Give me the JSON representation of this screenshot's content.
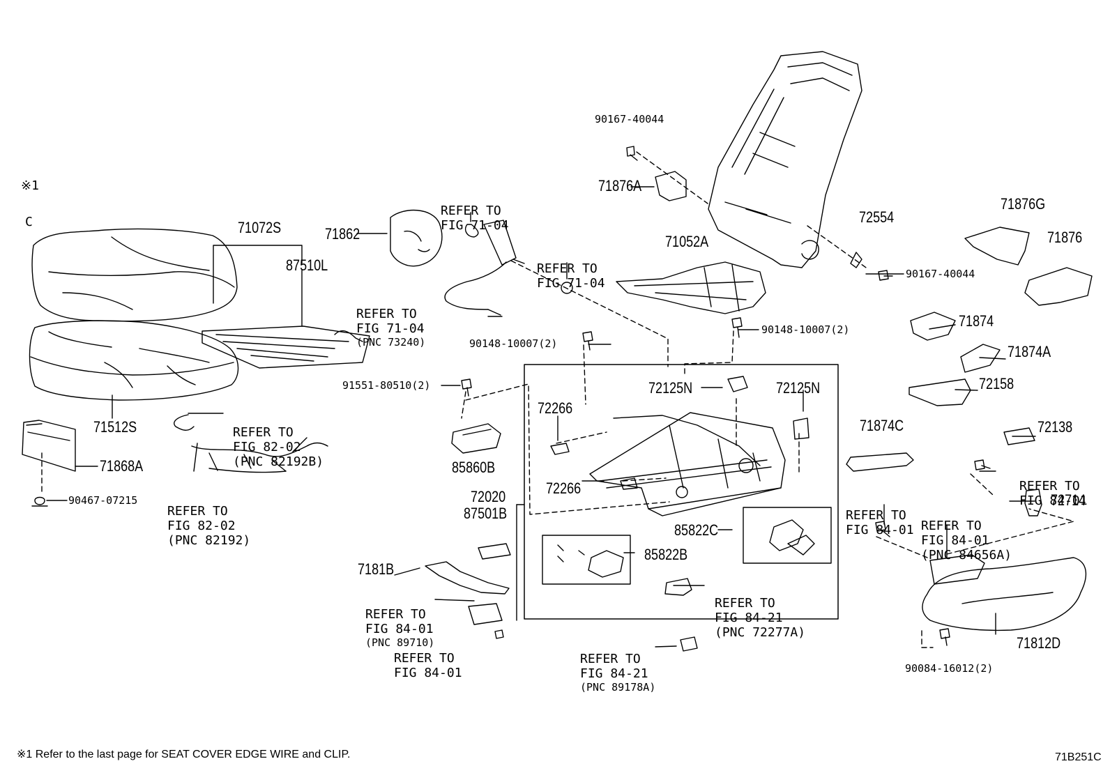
{
  "footnote_mark": "※1",
  "clip_symbol": "C",
  "part_numbers": {
    "p71072S": "71072S",
    "p87510L": "87510L",
    "p71862": "71862",
    "p71876A": "71876A",
    "p90167_top": "90167-40044",
    "p90167_right": "90167-40044",
    "p72554": "72554",
    "p71876G": "71876G",
    "p71876": "71876",
    "p71052A": "71052A",
    "p90148_left": "90148-10007(2)",
    "p90148_right": "90148-10007(2)",
    "p71874": "71874",
    "p71874A": "71874A",
    "p72158": "72158",
    "p91551": "91551-80510(2)",
    "p71512S": "71512S",
    "p71868A": "71868A",
    "p90467": "90467-07215",
    "p72125N_left": "72125N",
    "p72125N_right": "72125N",
    "p72266_top": "72266",
    "p72266_bottom": "72266",
    "p85860B": "85860B",
    "p71874C": "71874C",
    "p72138": "72138",
    "p72714": "72714",
    "p72020": "72020",
    "p87501B": "87501B",
    "p85822C": "85822C",
    "p85822B": "85822B",
    "p7181B": "7181B",
    "p71812D": "71812D",
    "p90084": "90084-16012(2)"
  },
  "references": {
    "r1_line1": "REFER TO",
    "r1_line2": "FIG 71-04",
    "r2_line1": "REFER TO",
    "r2_line2": "FIG 71-04",
    "r3_line1": "REFER TO",
    "r3_line2": "FIG 71-04",
    "r3_line3": "(PNC 73240)",
    "r4_line1": "REFER TO",
    "r4_line2": "FIG 82-02",
    "r4_line3": "(PNC 82192B)",
    "r5_line1": "REFER TO",
    "r5_line2": "FIG 82-02",
    "r5_line3": "(PNC 82192)",
    "r6_line1": "REFER TO",
    "r6_line2": "FIG 84-01",
    "r7_line1": "REFER TO",
    "r7_line2": "FIG 84-01",
    "r8_line1": "REFER TO",
    "r8_line2": "FIG 84-01",
    "r8_line3": "(PNC 84656A)",
    "r9_line1": "REFER TO",
    "r9_line2": "FIG 84-01",
    "r9_line3": "(PNC 89710)",
    "r10_line1": "REFER TO",
    "r10_line2": "FIG 84-01",
    "r11_line1": "REFER TO",
    "r11_line2": "FIG 84-21",
    "r11_line3": "(PNC 72277A)",
    "r12_line1": "REFER TO",
    "r12_line2": "FIG 84-21",
    "r12_line3": "(PNC 89178A)"
  },
  "footer": {
    "note": "※1 Refer to the last page for SEAT COVER EDGE WIRE and CLIP.",
    "figure_code": "71B251C"
  }
}
